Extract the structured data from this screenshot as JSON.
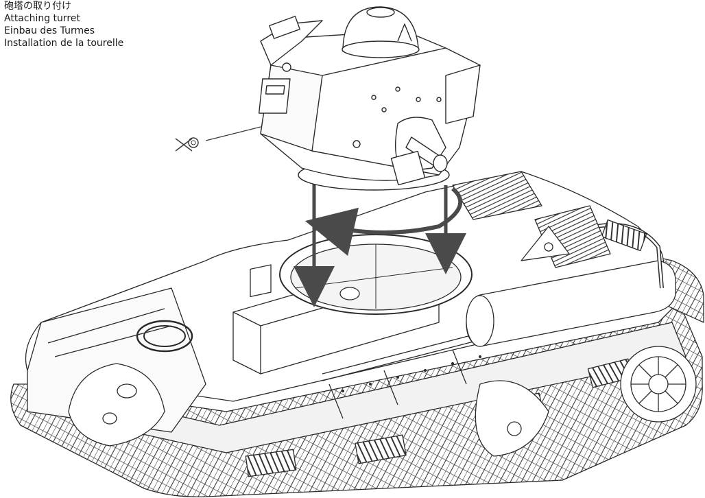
{
  "caption": {
    "japanese": "砲塔の取り付け",
    "english": "Attaching turret",
    "german": "Einbau des Turmes",
    "french": "Installation de la tourelle"
  },
  "illustration": {
    "subject": "tank-hull-with-turret",
    "action": "lower turret onto hull ring and rotate to lock",
    "parts": [
      "turret",
      "turret-ring-opening",
      "hull",
      "tracks",
      "road-wheels",
      "suspension-springs",
      "engine-grilles",
      "exhaust-muffler",
      "sprocket"
    ],
    "callout_icon": "cement-not-required-icon"
  },
  "colors": {
    "line": "#2a2a2a",
    "fill": "#ffffff",
    "shade": "#d8d8d8",
    "arrow": "#4a4a4a"
  }
}
